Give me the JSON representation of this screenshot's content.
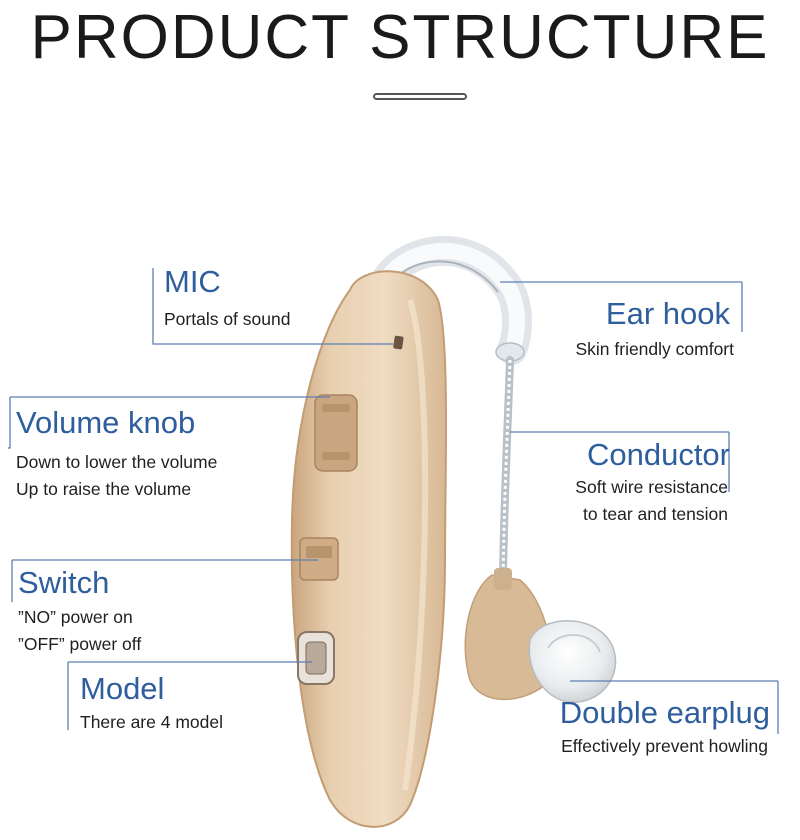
{
  "header": {
    "title": "PRODUCT STRUCTURE"
  },
  "callouts": {
    "mic": {
      "title": "MIC",
      "desc": "Portals of sound"
    },
    "volume": {
      "title": "Volume knob",
      "desc_line1": "Down to lower the volume",
      "desc_line2": "Up to raise the volume"
    },
    "switch": {
      "title": "Switch",
      "desc_line1": "”NO” power on",
      "desc_line2": "”OFF” power off"
    },
    "model": {
      "title": "Model",
      "desc": "There are 4 model"
    },
    "ear_hook": {
      "title": "Ear hook",
      "desc": "Skin friendly comfort"
    },
    "conductor": {
      "title": "Conductor",
      "desc_line1": "Soft wire resistance",
      "desc_line2": "to tear and tension"
    },
    "earplug": {
      "title": "Double earplug",
      "desc": "Effectively prevent howling"
    }
  },
  "colors": {
    "accent": "#2f5e9e",
    "device_body": "#e6c9a8",
    "line": "#5b7fb5"
  }
}
